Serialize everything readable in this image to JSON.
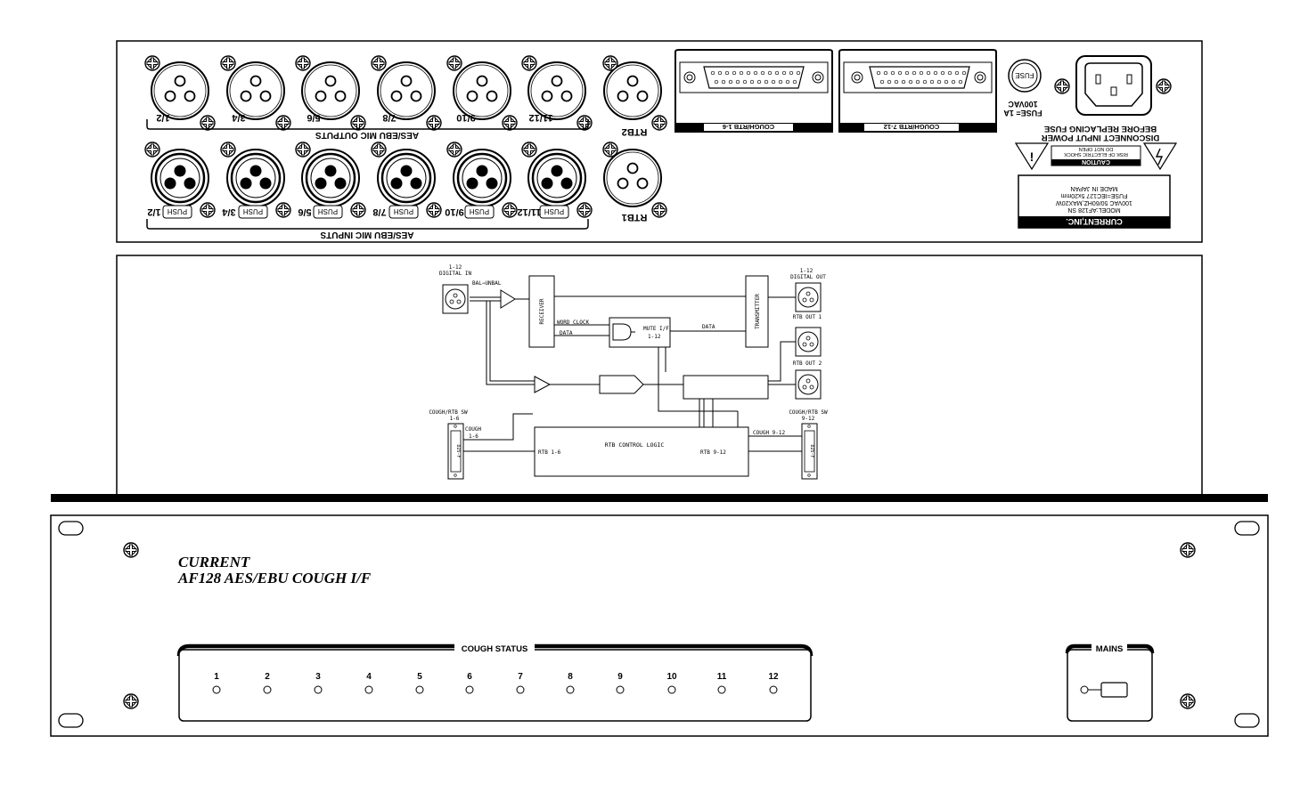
{
  "rear_panel": {
    "outputs": [
      "1/2",
      "3/4",
      "5/6",
      "7/8",
      "9/10",
      "11/12"
    ],
    "outputs_group_label": "AES/EBU MIC OUTPUTS",
    "inputs": [
      "1/2",
      "3/4",
      "5/6",
      "7/8",
      "9/10",
      "11/12"
    ],
    "inputs_group_label": "AES/EBU MIC INPUTS",
    "push_label": "PUSH",
    "rtb2_label": "RTB2",
    "rtb1_label": "RTB1",
    "dsub1_label": "COUGH/RTB 1-6",
    "dsub2_label": "COUGH/RTB 7-12",
    "fuse_label": "FUSE",
    "fuse_text": [
      "100VAC",
      "FUSE= 1A"
    ],
    "disconnect_text": [
      "DISCONNECT INPUT POWER",
      "BEFORE REPLACING FUSE"
    ],
    "caution_title": "CAUTION",
    "caution_lines": [
      "RISK OF ELECTRIC SHOCK",
      "DO NOT OPEN"
    ],
    "company_label": "CURRENT,INC.",
    "model_lines": [
      "MODEL:AF128 SN",
      "100VAC 50/60HZ,MAX20W",
      "FUSE=IEC127 5x20mm",
      "MADE IN JAPAN"
    ]
  },
  "block_diagram": {
    "digital_in": [
      "1-12",
      "DIGITAL IN"
    ],
    "digital_out": [
      "1-12",
      "DIGITAL OUT"
    ],
    "bal_unbal": "BAL⇒UNBAL",
    "receiver": "RECEIVER",
    "transmitter": "TRANSMITTER",
    "word_clock": "WORD CLOCK",
    "data_left": "DATA",
    "data_right": "DATA",
    "mute_if": [
      "MUTE I/F",
      "1-12"
    ],
    "rtb_out1": "RTB OUT 1",
    "rtb_out2": "RTB OUT 2",
    "cough_sw_left": [
      "COUGH/RTB SW",
      "1-6"
    ],
    "cough_sw_right": [
      "COUGH/RTB SW",
      "9-12"
    ],
    "cough_left": [
      "COUGH",
      "1-6"
    ],
    "cough_right": "COUGH 9-12",
    "rtb_control": "RTB CONTROL LOGIC",
    "rtb_left": "RTB 1-6",
    "rtb_right": "RTB 9-12",
    "dsub_label": "D25-F"
  },
  "front_panel": {
    "brand": "CURRENT",
    "model": "AF128 AES/EBU COUGH I/F",
    "cough_status_label": "COUGH STATUS",
    "channels": [
      "1",
      "2",
      "3",
      "4",
      "5",
      "6",
      "7",
      "8",
      "9",
      "10",
      "11",
      "12"
    ],
    "mains_label": "MAINS"
  }
}
